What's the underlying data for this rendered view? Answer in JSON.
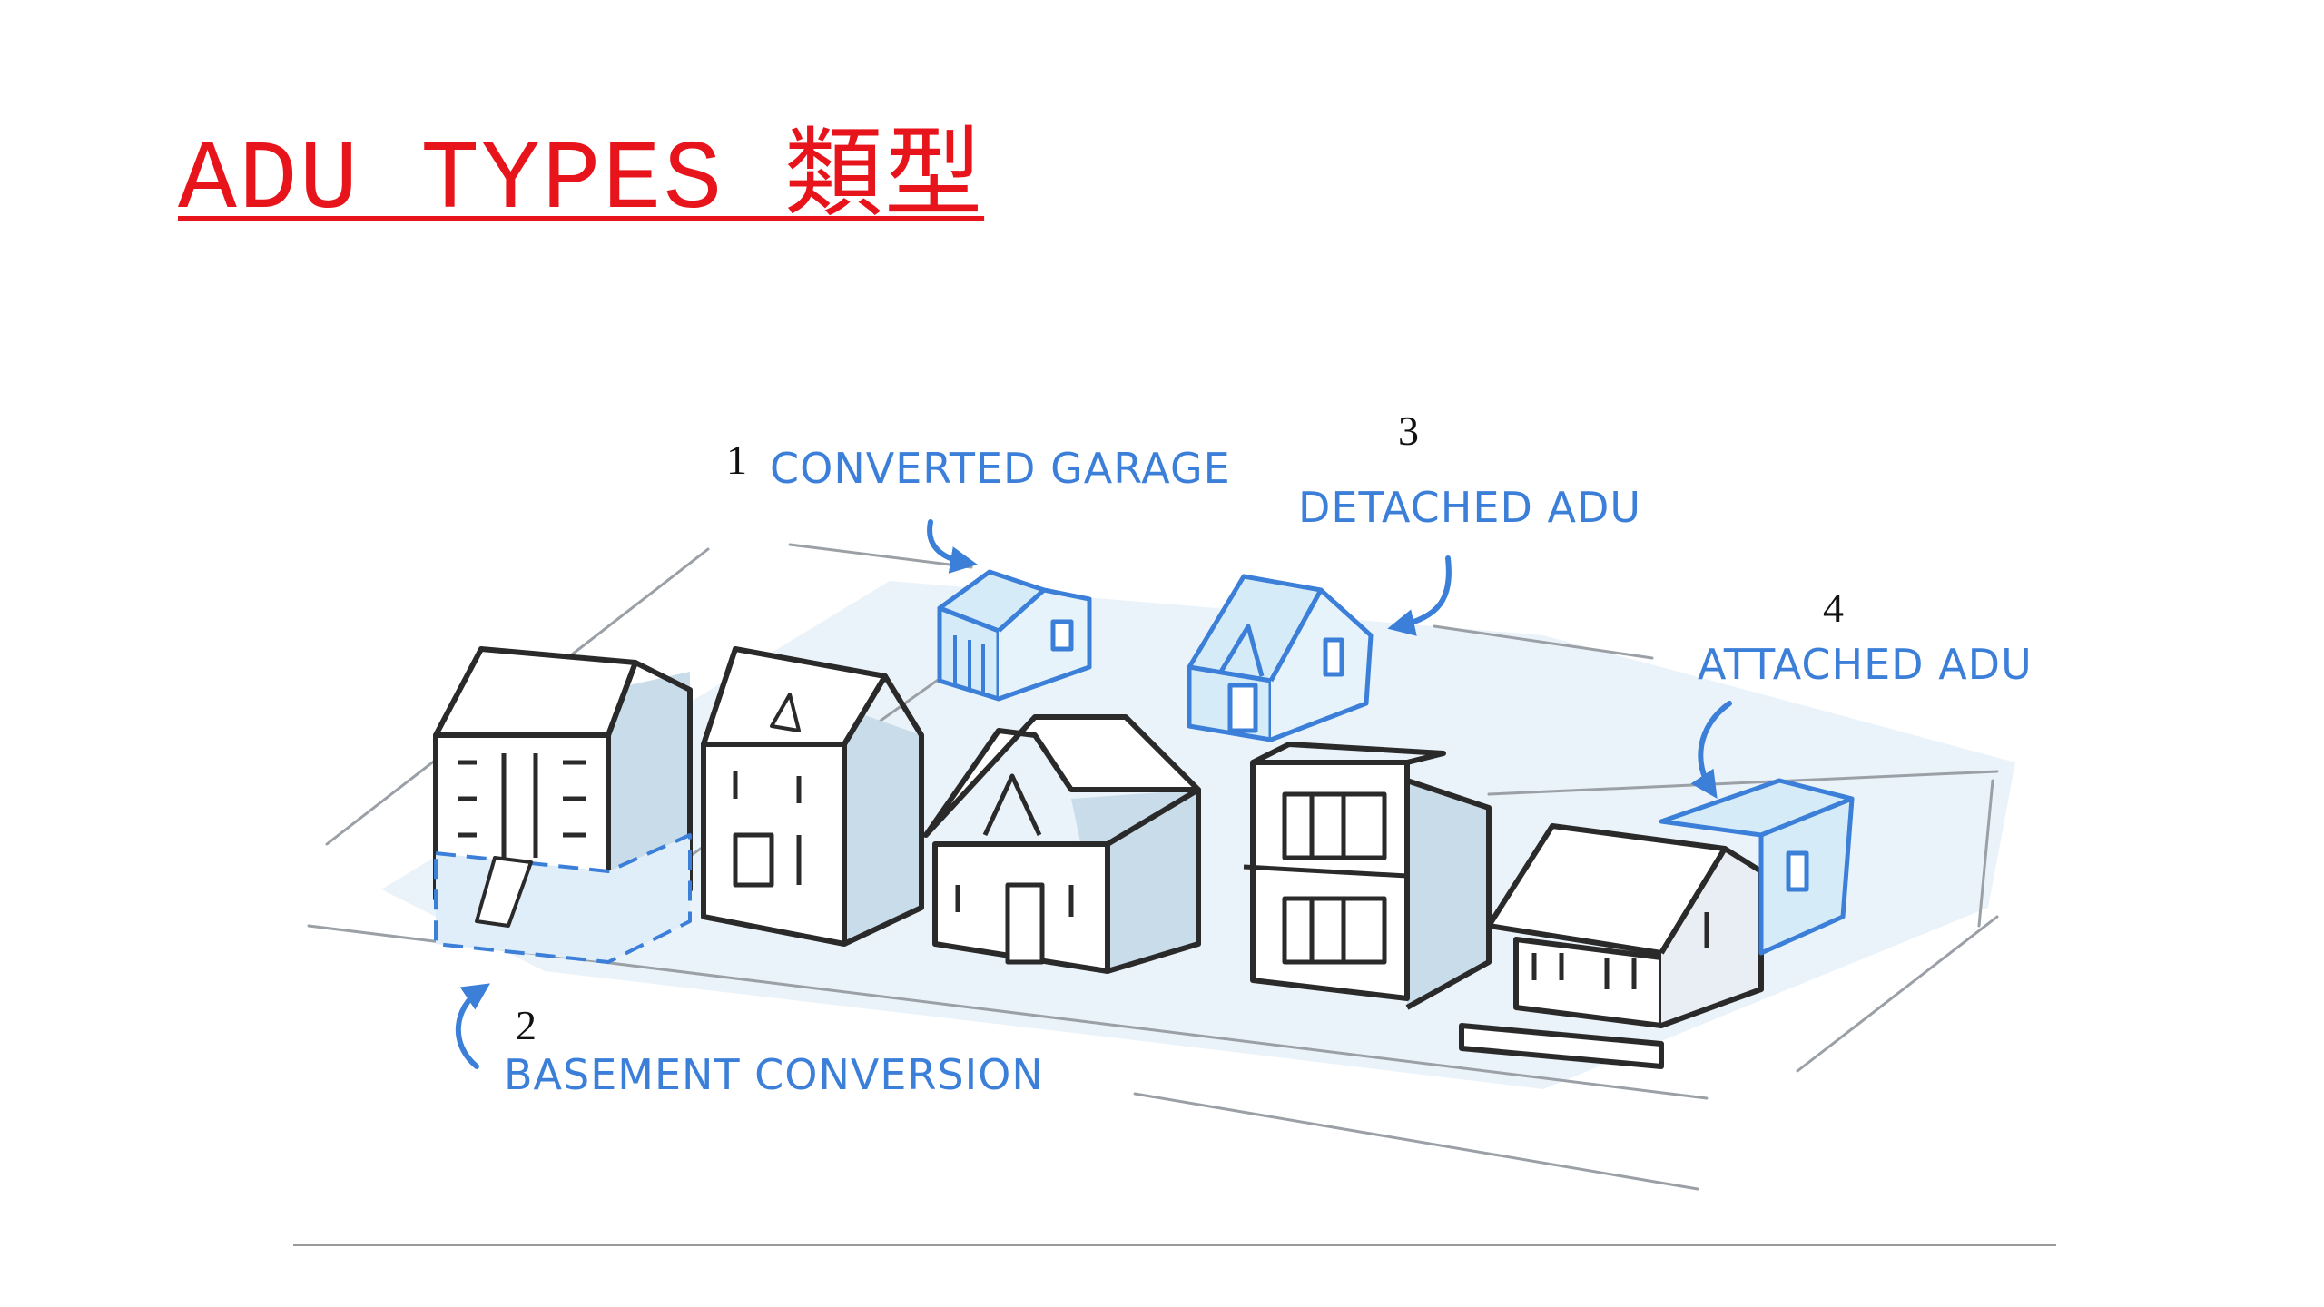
{
  "slide": {
    "title": "ADU TYPES 類型"
  },
  "illustration": {
    "labels": {
      "converted_garage": {
        "number": "1",
        "text": "CONVERTED GARAGE"
      },
      "basement_conversion": {
        "number": "2",
        "text": "BASEMENT CONVERSION"
      },
      "detached_adu": {
        "number": "3",
        "text": "DETACHED ADU"
      },
      "attached_adu": {
        "number": "4",
        "text": "ATTACHED ADU"
      }
    },
    "colors": {
      "accent_blue": "#3b7fd9",
      "light_blue_fill": "#d6ebf8",
      "shadow_blue": "#c9dcea",
      "ink": "#2a2a2a",
      "title_red": "#e8141b"
    }
  }
}
